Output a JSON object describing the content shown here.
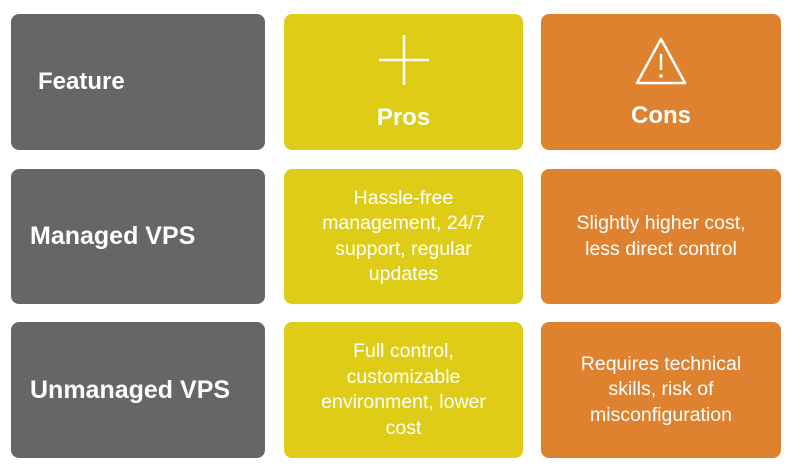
{
  "colors": {
    "feature_bg": "#666666",
    "pros_bg": "#DFCC17",
    "cons_bg": "#DE822F",
    "text": "#FFFFFF"
  },
  "header": {
    "feature": {
      "label": "Feature"
    },
    "pros": {
      "label": "Pros",
      "icon": "plus-icon"
    },
    "cons": {
      "label": "Cons",
      "icon": "warning-triangle-icon"
    }
  },
  "rows": [
    {
      "feature": "Managed VPS",
      "pros": "Hassle-free management, 24/7 support, regular updates",
      "cons": "Slightly higher cost, less direct control"
    },
    {
      "feature": "Unmanaged VPS",
      "pros": "Full control, customizable environment, lower cost",
      "cons": "Requires technical skills, risk of misconfiguration"
    }
  ]
}
